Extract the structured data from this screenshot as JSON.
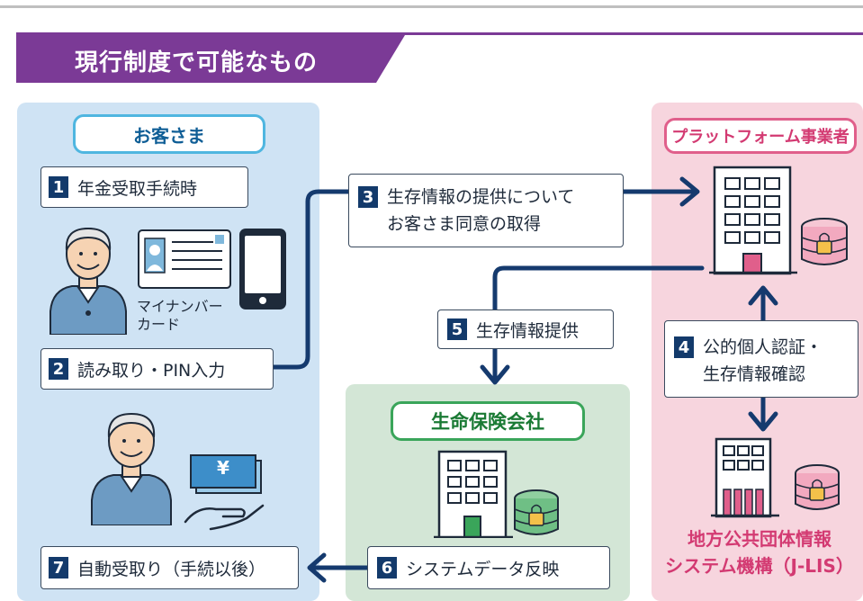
{
  "header": {
    "title": "現行制度で可能なもの"
  },
  "customer": {
    "title": "お客さま",
    "step1": {
      "num": "1",
      "label": "年金受取手続時"
    },
    "card_label_1": "マイナンバー",
    "card_label_2": "カード",
    "step2": {
      "num": "2",
      "label": "読み取り・PIN入力"
    },
    "yen_symbol": "¥",
    "step7": {
      "num": "7",
      "label": "自動受取り（手続以後）"
    }
  },
  "flow": {
    "step3": {
      "num": "3",
      "line1": "生存情報の提供について",
      "line2": "お客さま同意の取得"
    },
    "step5": {
      "num": "5",
      "label": "生存情報提供"
    }
  },
  "life_insurer": {
    "title": "生命保険会社",
    "step6": {
      "num": "6",
      "label": "システムデータ反映"
    }
  },
  "platform": {
    "title": "プラットフォーム事業者",
    "step4": {
      "num": "4",
      "line1": "公的個人認証・",
      "line2": "生存情報確認"
    },
    "jlis_line1": "地方公共団体情報",
    "jlis_line2": "システム機構（J-LIS）"
  },
  "colors": {
    "banner": "#7b3a96",
    "customer_bg": "#cfe3f4",
    "life_bg": "#d3e6d6",
    "platform_bg": "#f7d5de",
    "arrow": "#153a6e",
    "number_badge": "#133a6b"
  }
}
